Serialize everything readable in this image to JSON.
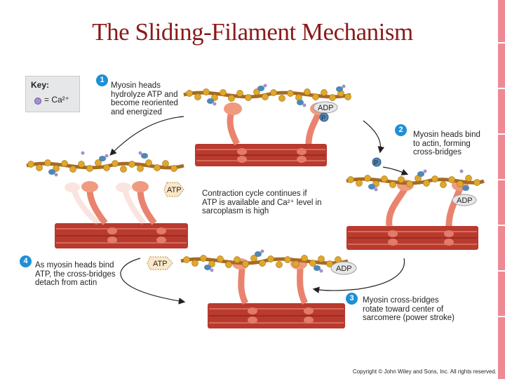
{
  "slide": {
    "title": "The Sliding-Filament Mechanism",
    "copyright": "Copyright © John Wiley and Sons, Inc. All rights reserved."
  },
  "key": {
    "title": "Key:",
    "entry": "= Ca²⁺"
  },
  "steps": [
    {
      "number": "1",
      "text": "Myosin heads\nhydrolyze ATP and\nbecome reoriented\nand energized"
    },
    {
      "number": "2",
      "text": "Myosin heads bind\nto actin, forming\ncross-bridges"
    },
    {
      "number": "3",
      "text": "Myosin cross-bridges\nrotate toward center of\nsarcomere (power stroke)"
    },
    {
      "number": "4",
      "text": "As myosin heads bind\nATP, the cross-bridges\ndetach from actin"
    }
  ],
  "center_text": "Contraction cycle continues if\nATP is available and Ca²⁺ level in\nsarcoplasm is high",
  "molecule_labels": {
    "adp": "ADP",
    "p": "P",
    "atp": "ATP"
  },
  "colors": {
    "title": "#8b1a1a",
    "badge": "#1f8fd6",
    "myosin": "#c9463a",
    "myosin_head": "#f09a80",
    "actin_bead": "#e0a82a",
    "tropomyosin": "#a66a24",
    "troponin": "#4f87b5",
    "calcium": "#a58fd0",
    "edge_bar": "#ee8a94"
  }
}
